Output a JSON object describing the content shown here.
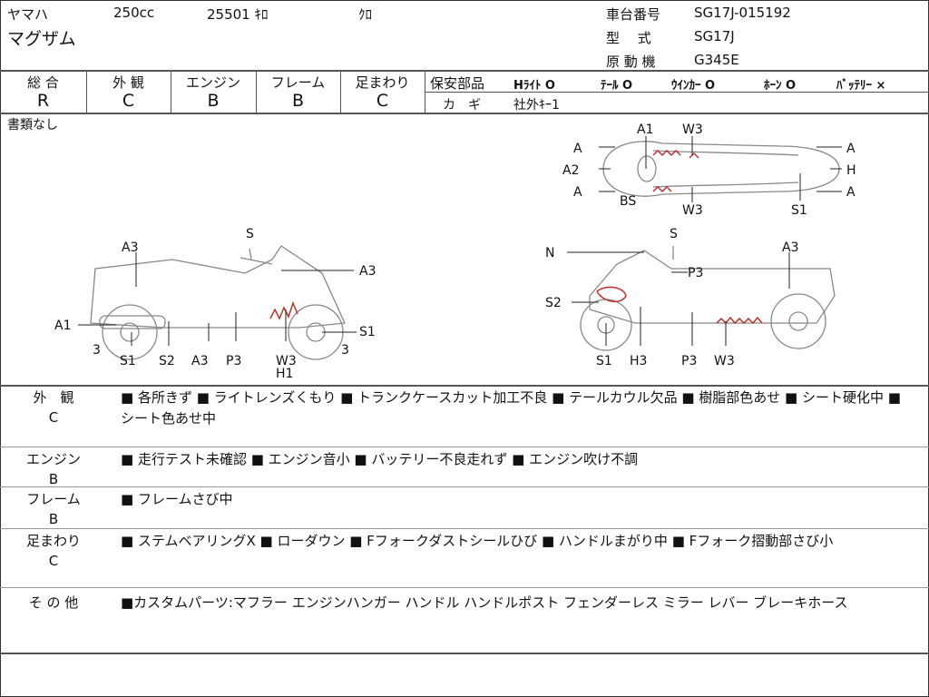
{
  "header": {
    "maker": "ヤマハ",
    "displacement": "250cc",
    "mileage": "25501 ｷﾛ",
    "color": "ｸﾛ",
    "model_name": "マグザム",
    "frame_label": "車台番号",
    "frame_no": "SG17J-015192",
    "type_label": "型　 式",
    "type_value": "SG17J",
    "engine_label": "原 動 機",
    "engine_value": "G345E"
  },
  "grades": [
    {
      "label": "総 合",
      "value": "R"
    },
    {
      "label": "外 観",
      "value": "C"
    },
    {
      "label": "エンジン",
      "value": "B"
    },
    {
      "label": "フレーム",
      "value": "B"
    },
    {
      "label": "足まわり",
      "value": "C"
    }
  ],
  "safety": {
    "label": "保安部品",
    "items": [
      "Hﾗｲﾄ O",
      "ﾃｰﾙ O",
      "ｳｲﾝｶｰ O",
      "ﾎｰﾝ O",
      "ﾊﾞｯﾃﾘｰ ×"
    ],
    "key_label": "カ　ギ",
    "key_value": "社外ｷｰ1"
  },
  "documents": "書類なし",
  "diagram_labels": {
    "top": [
      "A1",
      "W3",
      "A",
      "A",
      "A2",
      "H",
      "A",
      "A",
      "BS",
      "W3",
      "S1"
    ],
    "left": [
      "S",
      "A3",
      "A3",
      "A1",
      "3",
      "S1",
      "S2",
      "A3",
      "P3",
      "W3",
      "H1",
      "S1",
      "3"
    ],
    "right": [
      "S",
      "N",
      "A3",
      "P3",
      "S2",
      "S1",
      "H3",
      "P3",
      "W3"
    ]
  },
  "sections": [
    {
      "label": "外　観",
      "grade": "C",
      "text": "■ 各所きず ■ ライトレンズくもり ■ トランクケースカット加工不良 ■ テールカウル欠品 ■ 樹脂部色あせ ■ シート硬化中 ■ シート色あせ中"
    },
    {
      "label": "エンジン",
      "grade": "B",
      "text": "■ 走行テスト未確認 ■ エンジン音小 ■ バッテリー不良走れず ■ エンジン吹け不調"
    },
    {
      "label": "フレーム",
      "grade": "B",
      "text": "■ フレームさび中"
    },
    {
      "label": "足まわり",
      "grade": "C",
      "text": "■ ステムベアリングX ■ ローダウン ■ Fフォークダストシールひび ■ ハンドルまがり中 ■ Fフォーク摺動部さび小"
    },
    {
      "label": "そ の 他",
      "grade": "",
      "text": "■カスタムパーツ:マフラー エンジンハンガー ハンドル ハンドルポスト フェンダーレス ミラー レバー ブレーキホース"
    }
  ],
  "colors": {
    "damage": "#c0302a",
    "outline": "#777777"
  }
}
